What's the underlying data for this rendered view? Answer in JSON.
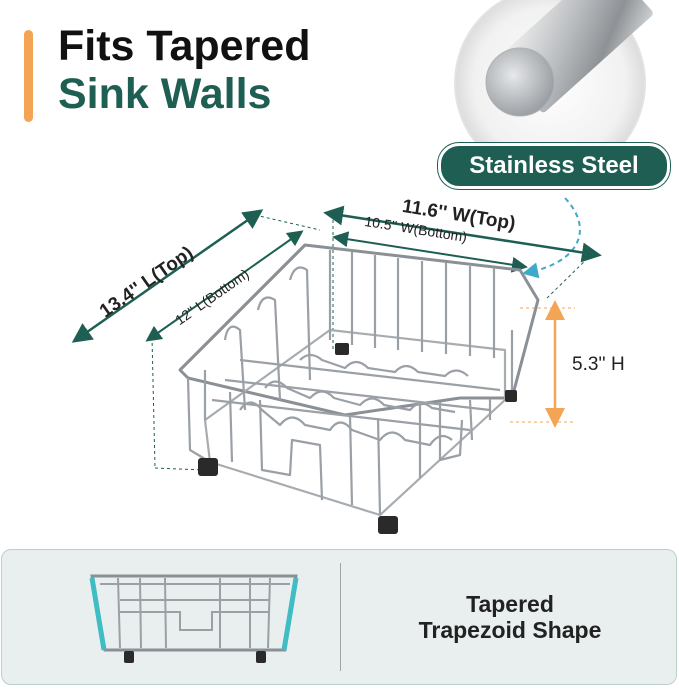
{
  "headline": {
    "line1": "Fits Tapered",
    "line2": "Sink Walls"
  },
  "material_badge": "Stainless Steel",
  "dimensions": {
    "top_width": "11.6'' W(Top)",
    "bottom_width": "10.5'' W(Bottom)",
    "top_length": "13.4'' L(Top)",
    "bottom_length": "12'' L(Bottom)",
    "height": "5.3'' H"
  },
  "shape_caption": {
    "line1": "Tapered",
    "line2": "Trapezoid Shape"
  },
  "colors": {
    "brand_green": "#1f5f53",
    "accent_orange": "#f4a455",
    "panel_bg": "#e9efee",
    "taper_cyan": "#3fbcc4"
  }
}
